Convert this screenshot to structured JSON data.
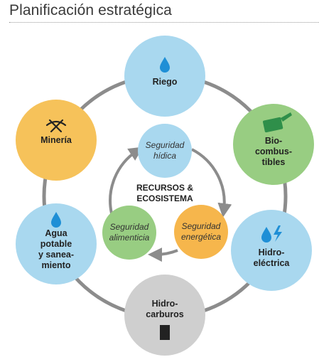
{
  "title": "Planificación estratégica",
  "center_label": "RECURSOS &\nECOSISTEMA",
  "outer_nodes": [
    {
      "id": "riego",
      "label": "Riego",
      "icon": "water-drop-icon",
      "color": "#a9d8ef"
    },
    {
      "id": "biocombustibles",
      "label": "Bio-\ncombus-\ntibles",
      "icon": "fuel-can-icon",
      "color": "#98cd82"
    },
    {
      "id": "hidroelectrica",
      "label": "Hidro-\neléctrica",
      "icon": "drop-lightning-icon",
      "color": "#a9d8ef"
    },
    {
      "id": "hidrocarburos",
      "label": "Hidro-\ncarburos",
      "icon": "oil-barrel-icon",
      "color": "#cfcfcf"
    },
    {
      "id": "agua",
      "label": "Agua\npotable\ny sanea-\nmiento",
      "icon": "water-drop-icon",
      "color": "#a9d8ef"
    },
    {
      "id": "mineria",
      "label": "Minería",
      "icon": "pickaxe-icon",
      "color": "#f6c25a"
    }
  ],
  "inner_nodes": [
    {
      "id": "hidrica",
      "label": "Seguridad\nhídica",
      "color": "#a9d8ef"
    },
    {
      "id": "energetica",
      "label": "Seguridad\nenergética",
      "color": "#f6b64c"
    },
    {
      "id": "alimenticia",
      "label": "Seguridad\nalimenticia",
      "color": "#98cd82"
    }
  ],
  "colors": {
    "ring": "#8c8c8c",
    "water": "#1f8fd6",
    "fuel": "#2f8f4a",
    "dark": "#222222"
  }
}
